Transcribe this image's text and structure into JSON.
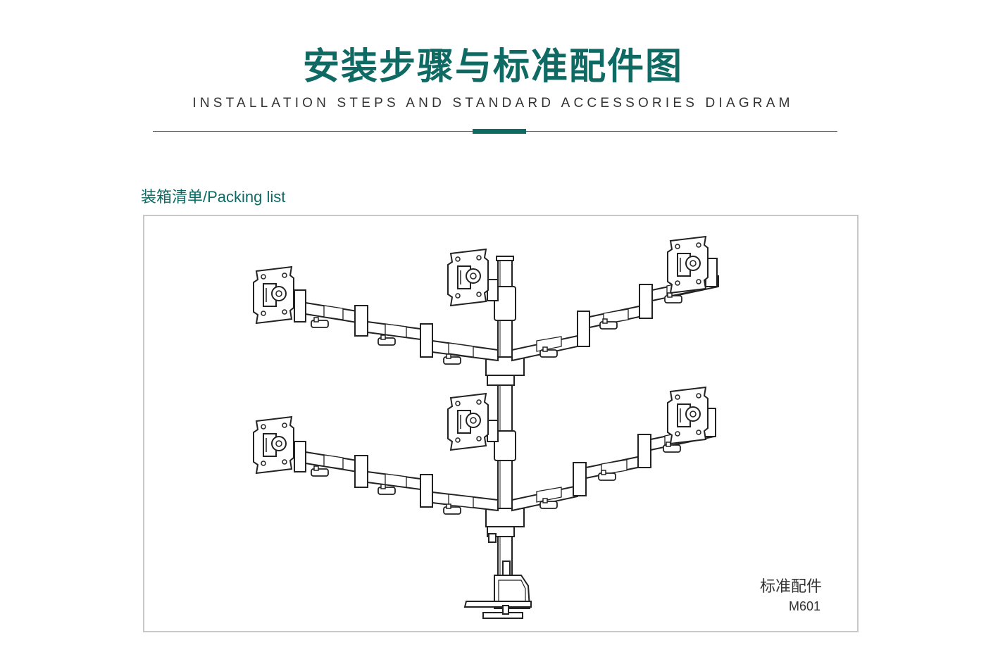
{
  "header": {
    "title_cn": "安装步骤与标准配件图",
    "title_en": "INSTALLATION STEPS AND STANDARD ACCESSORIES DIAGRAM",
    "accent_color": "#0f6a63"
  },
  "section": {
    "title": "装箱清单/Packing list"
  },
  "diagram": {
    "caption": "标准配件",
    "model": "M601"
  }
}
